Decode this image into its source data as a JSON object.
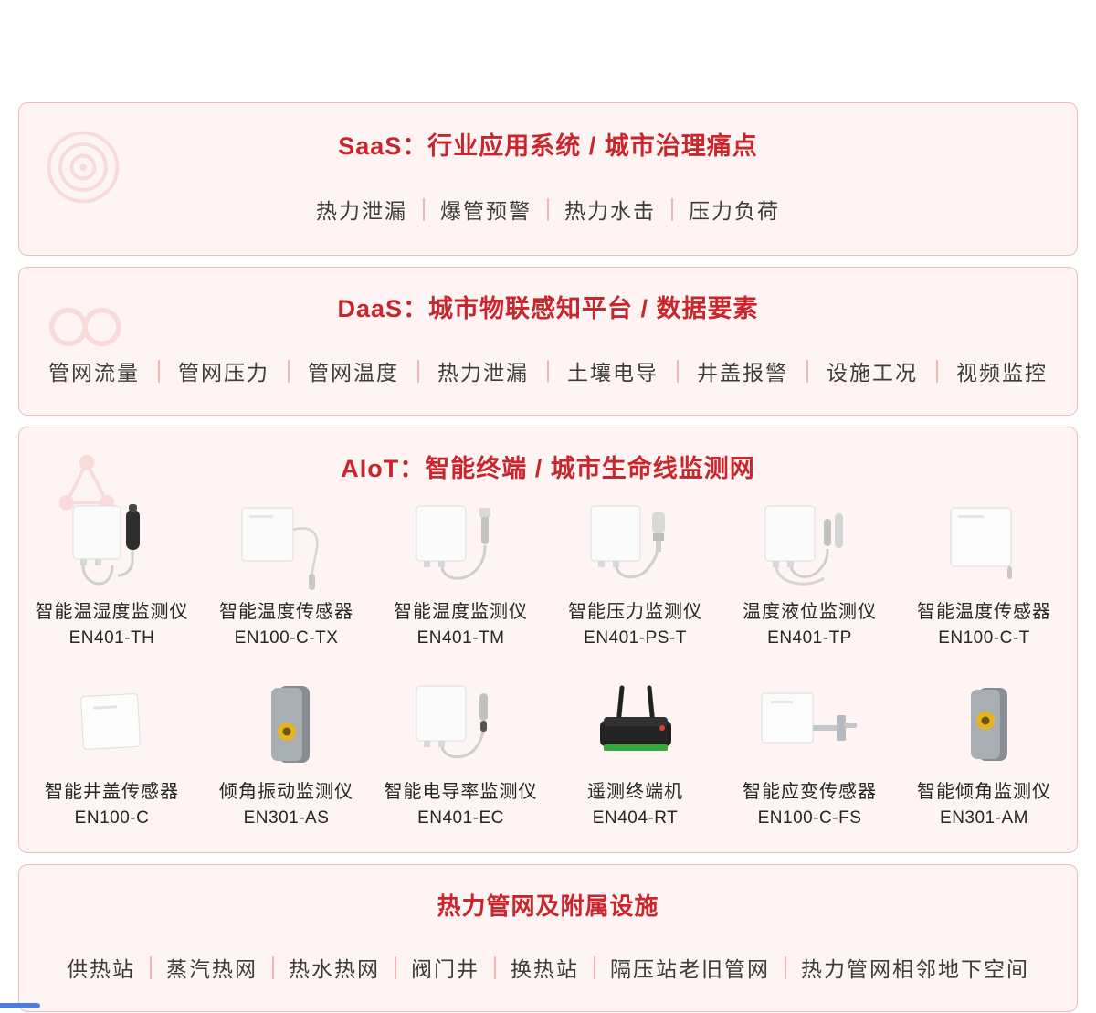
{
  "colors": {
    "title_red": "#c9252c",
    "panel_bg": "#fdf4f3",
    "panel_border": "#f2bcbc",
    "item_text": "#3c3c3c",
    "separator_pink": "#efb6b6",
    "accent_blue": "#4d7fd6"
  },
  "sections": {
    "saas": {
      "title": "SaaS：行业应用系统 / 城市治理痛点",
      "watermark_icon": "target-circles-icon",
      "items": [
        "热力泄漏",
        "爆管预警",
        "热力水击",
        "压力负荷"
      ]
    },
    "daas": {
      "title": "DaaS：城市物联感知平台 / 数据要素",
      "watermark_icon": "infinity-loops-icon",
      "items": [
        "管网流量",
        "管网压力",
        "管网温度",
        "热力泄漏",
        "土壤电导",
        "井盖报警",
        "设施工况",
        "视频监控"
      ]
    },
    "aiot": {
      "title": "AIoT：智能终端 / 城市生命线监测网",
      "watermark_icon": "network-nodes-icon",
      "row1": [
        {
          "name": "智能温湿度监测仪",
          "model": "EN401-TH",
          "icon": "temp-humidity-monitor-icon"
        },
        {
          "name": "智能温度传感器",
          "model": "EN100-C-TX",
          "icon": "temp-sensor-cable-icon"
        },
        {
          "name": "智能温度监测仪",
          "model": "EN401-TM",
          "icon": "temp-monitor-icon"
        },
        {
          "name": "智能压力监测仪",
          "model": "EN401-PS-T",
          "icon": "pressure-monitor-icon"
        },
        {
          "name": "温度液位监测仪",
          "model": "EN401-TP",
          "icon": "temp-level-monitor-icon"
        },
        {
          "name": "智能温度传感器",
          "model": "EN100-C-T",
          "icon": "temp-sensor-panel-icon"
        }
      ],
      "row2": [
        {
          "name": "智能井盖传感器",
          "model": "EN100-C",
          "icon": "manhole-cover-sensor-icon"
        },
        {
          "name": "倾角振动监测仪",
          "model": "EN301-AS",
          "icon": "tilt-vibration-monitor-icon"
        },
        {
          "name": "智能电导率监测仪",
          "model": "EN401-EC",
          "icon": "conductivity-monitor-icon"
        },
        {
          "name": "遥测终端机",
          "model": "EN404-RT",
          "icon": "telemetry-terminal-icon"
        },
        {
          "name": "智能应变传感器",
          "model": "EN100-C-FS",
          "icon": "strain-sensor-icon"
        },
        {
          "name": "智能倾角监测仪",
          "model": "EN301-AM",
          "icon": "tilt-monitor-icon"
        }
      ]
    },
    "facilities": {
      "title": "热力管网及附属设施",
      "items": [
        "供热站",
        "蒸汽热网",
        "热水热网",
        "阀门井",
        "换热站",
        "隔压站老旧管网",
        "热力管网相邻地下空间"
      ]
    }
  }
}
